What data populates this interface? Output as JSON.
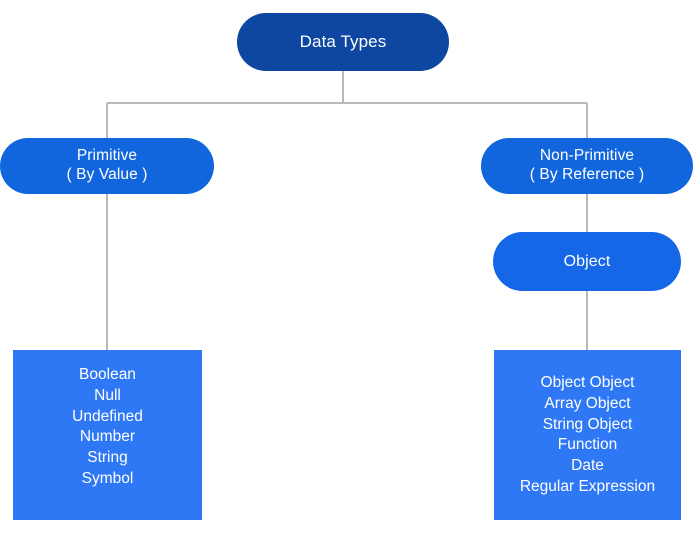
{
  "diagram": {
    "title": "Data Types",
    "type": "hierarchy-tree",
    "background": "#FFFFFF",
    "connector_color": "#B9B9B9",
    "colors": {
      "root_node": "#0D47A1",
      "branch_node": "#1266DD",
      "object_node": "#1666E8",
      "list_box": "#2E78F5",
      "node_text": "#FFFFFF"
    },
    "root": {
      "label": "Data Types"
    },
    "branches": [
      {
        "id": "primitive",
        "title": "Primitive",
        "subtitle": "( By Value )",
        "items": [
          "Boolean",
          "Null",
          "Undefined",
          "Number",
          "String",
          "Symbol"
        ]
      },
      {
        "id": "non-primitive",
        "title": "Non-Primitive",
        "subtitle": "( By Reference )",
        "intermediate": "Object",
        "items": [
          "Object Object",
          "Array Object",
          "String Object",
          "Function",
          "Date",
          "Regular Expression"
        ]
      }
    ]
  }
}
